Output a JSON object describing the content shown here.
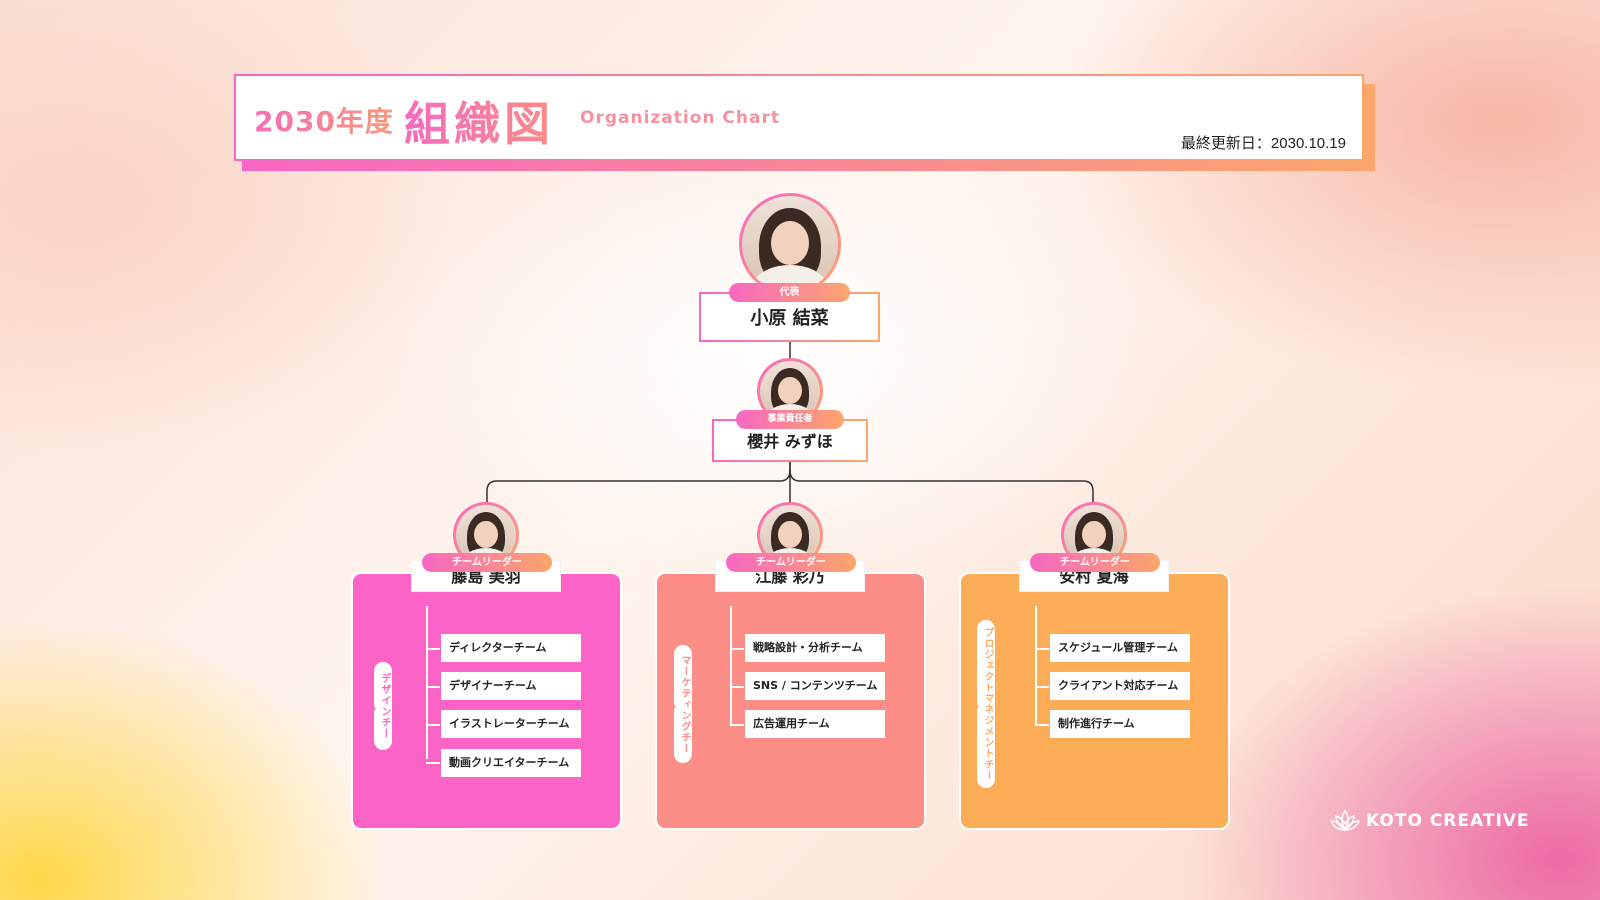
{
  "header": {
    "year": "2030年度",
    "title": "組織図",
    "title_en": "Organization Chart",
    "updated": "最終更新日：2030.10.19"
  },
  "ceo": {
    "role": "代表",
    "name": "小原 結菜"
  },
  "manager": {
    "role": "事業責任者",
    "name": "櫻井 みずほ"
  },
  "teams": [
    {
      "role": "チームリーダー",
      "name": "藤島 美羽",
      "label": "デザインチーム",
      "color": "#fc63c6",
      "subteams": [
        "ディレクターチーム",
        "デザイナーチーム",
        "イラストレーターチーム",
        "動画クリエイターチーム"
      ]
    },
    {
      "role": "チームリーダー",
      "name": "江藤 彩乃",
      "label": "マーケティングチーム",
      "color": "#fd8d87",
      "subteams": [
        "戦略設計・分析チーム",
        "SNS / コンテンツチーム",
        "広告運用チーム"
      ]
    },
    {
      "role": "チームリーダー",
      "name": "安村 夏海",
      "label": "プロジェクトマネジメントチーム",
      "color": "#fdac58",
      "subteams": [
        "スケジュール管理チーム",
        "クライアント対応チーム",
        "制作進行チーム"
      ]
    }
  ],
  "brand": {
    "name": "KOTO CREATIVE",
    "icon": "lotus-logo-icon"
  },
  "colors": {
    "accent_pink": "#f767c3",
    "accent_orange": "#fca66b"
  }
}
